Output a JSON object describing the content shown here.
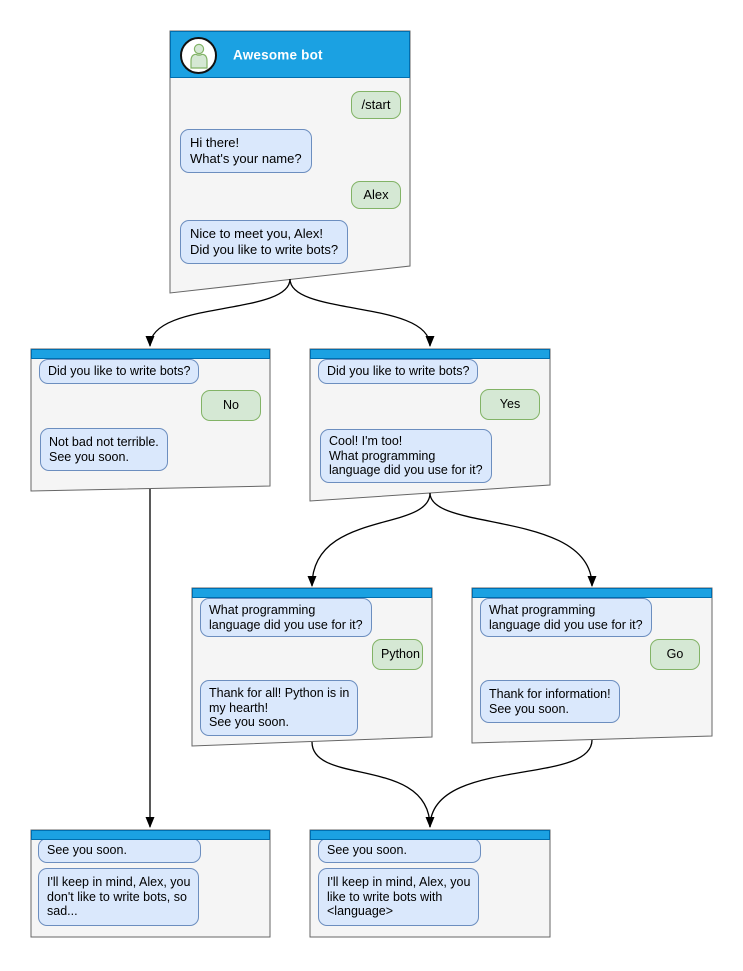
{
  "diagram": {
    "main": {
      "title": "Awesome bot",
      "messages": {
        "start": "/start",
        "greeting": "Hi there!\nWhat's your name?",
        "name": "Alex",
        "ask_bots": "Nice to meet you, Alex!\nDid you like to write bots?"
      }
    },
    "branch_no": {
      "question": "Did you like to write bots?",
      "answer": "No",
      "reply": "Not bad not terrible.\nSee you soon."
    },
    "branch_yes": {
      "question": "Did you like to write bots?",
      "answer": "Yes",
      "reply": "Cool! I'm too!\nWhat programming\nlanguage did you use for it?"
    },
    "branch_python": {
      "question": "What programming\nlanguage did you use for it?",
      "answer": "Python",
      "reply": "Thank for all! Python is in\nmy hearth!\nSee you soon."
    },
    "branch_go": {
      "question": "What programming\nlanguage did you use for it?",
      "answer": "Go",
      "reply": "Thank for information!\nSee you soon."
    },
    "end_no": {
      "question": "See you soon.",
      "reply": "I'll keep in mind, Alex, you\ndon't like to write bots, so\nsad..."
    },
    "end_yes": {
      "question": "See you soon.",
      "reply": "I'll keep in mind, Alex, you\nlike to write bots with\n<language>"
    },
    "colors": {
      "header_blue": "#1ba1e2",
      "header_blue_border": "#006eaf",
      "bot_bubble_fill": "#dae8fc",
      "bot_bubble_border": "#6c8ebf",
      "user_bubble_fill": "#d5e8d4",
      "user_bubble_border": "#82b366",
      "card_fill": "#f5f5f5",
      "card_border": "#666666"
    }
  }
}
